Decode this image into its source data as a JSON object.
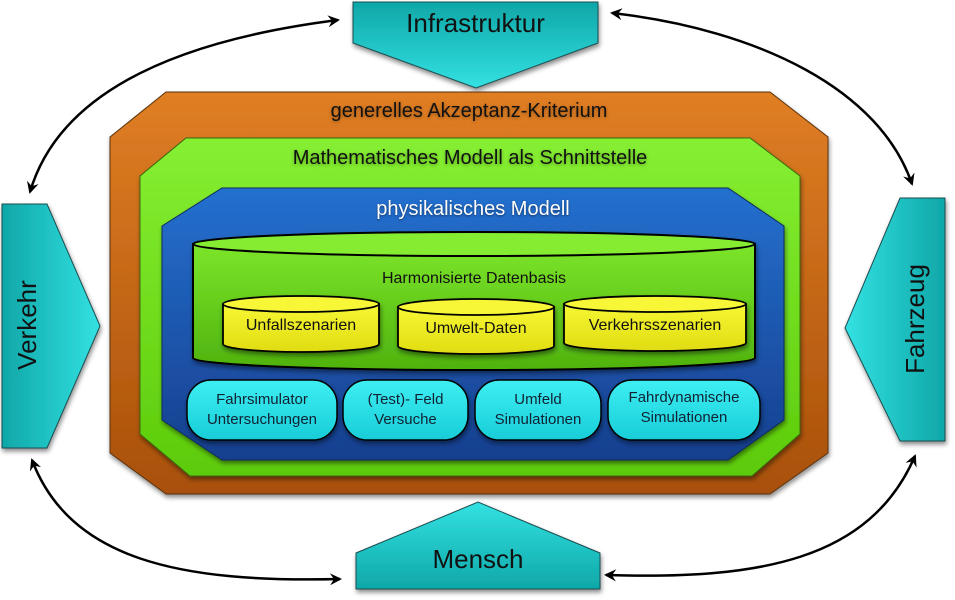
{
  "external_nodes": {
    "top": "Infrastruktur",
    "left": "Verkehr",
    "right": "Fahrzeug",
    "bottom": "Mensch"
  },
  "layers": {
    "outer": "generelles Akzeptanz-Kriterium",
    "middle": "Mathematisches Modell als Schnittstelle",
    "inner": "physikalisches Modell"
  },
  "database": {
    "title": "Harmonisierte Datenbasis",
    "items": [
      "Unfallszenarien",
      "Umwelt-Daten",
      "Verkehrsszenarien"
    ]
  },
  "methods": [
    {
      "line1": "Fahrsimulator",
      "line2": "Untersuchungen"
    },
    {
      "line1": "(Test)- Feld",
      "line2": "Versuche"
    },
    {
      "line1": "Umfeld",
      "line2": "Simulationen"
    },
    {
      "line1": "Fahrdynamische",
      "line2": "Simulationen"
    }
  ],
  "colors": {
    "teal": "#1ec9c9",
    "orange": "#d9781f",
    "green": "#7fe82a",
    "blue": "#1f63c4",
    "db_green": "#6cd31f",
    "yellow": "#f2f227",
    "cyan_pill": "#2fe3ea"
  }
}
